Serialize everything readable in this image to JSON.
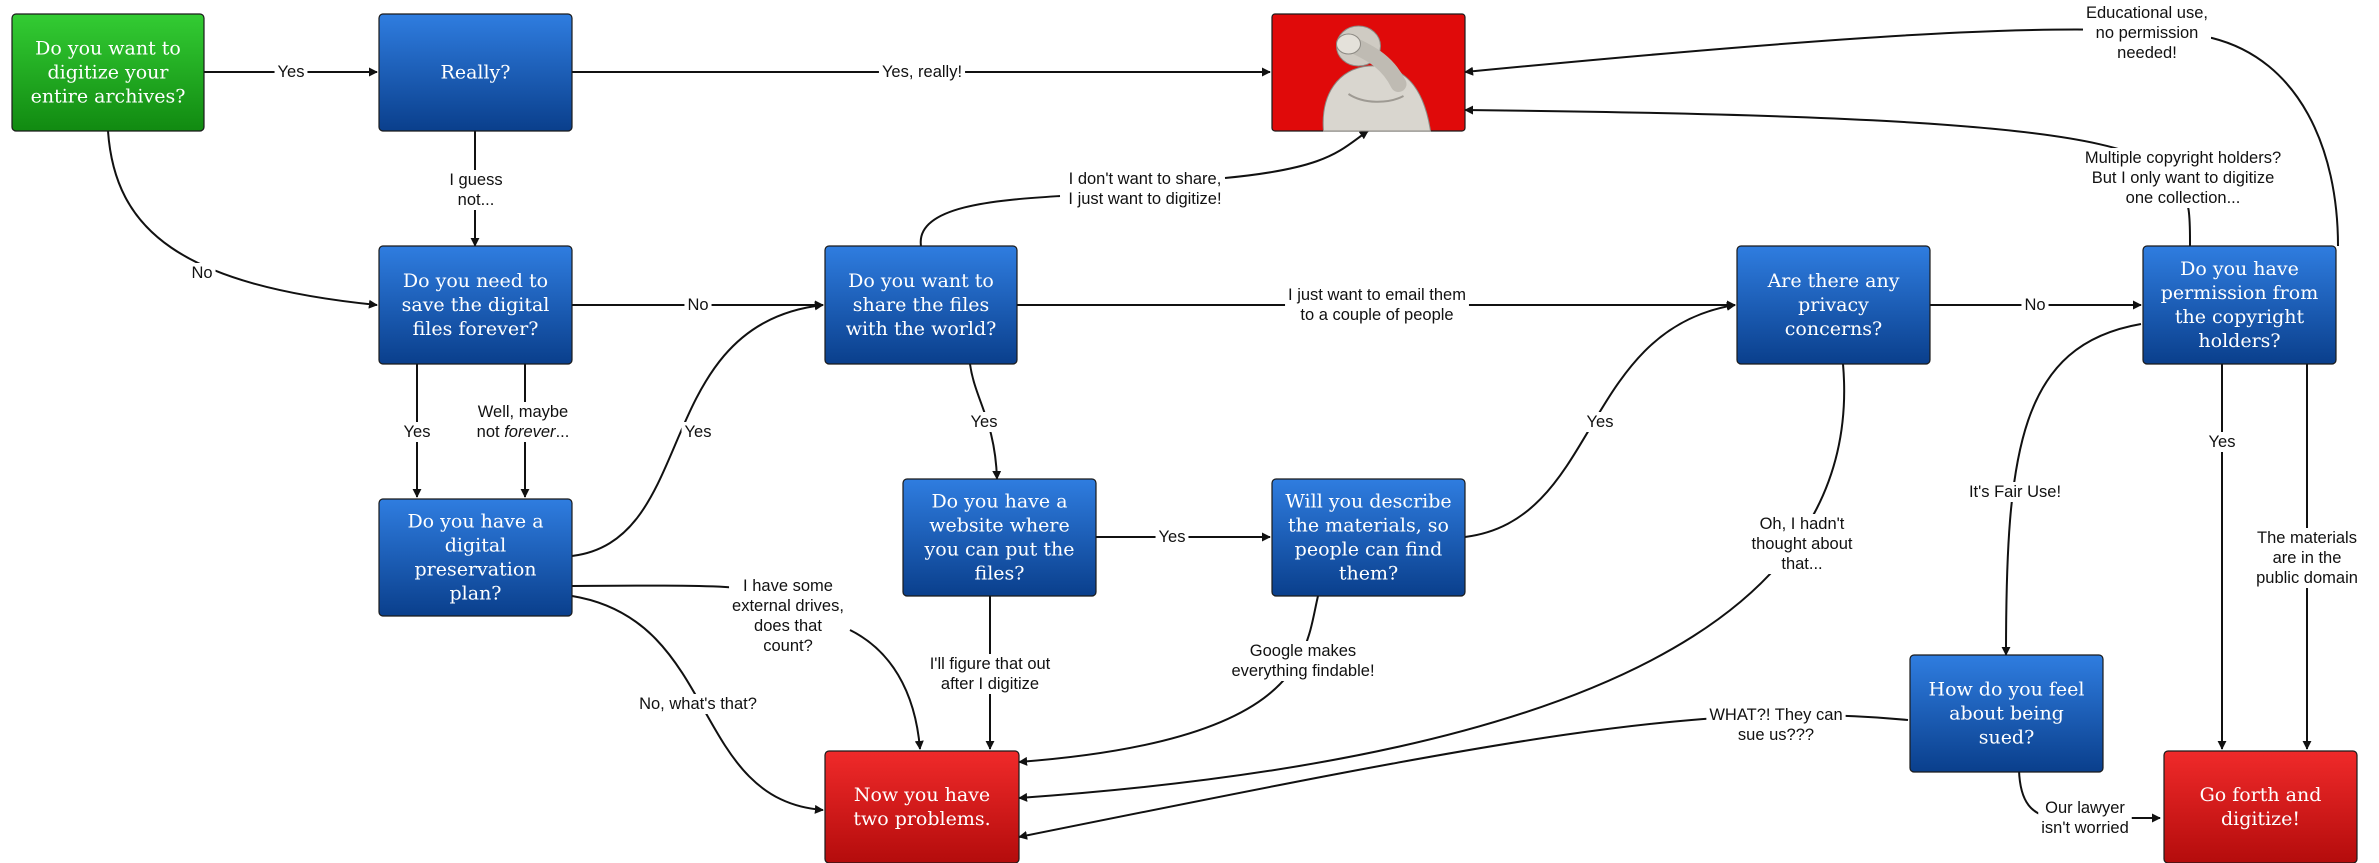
{
  "colors": {
    "start_node": "#1fa41f",
    "question_node": "#0b56b5",
    "end_node": "#e01212",
    "edge": "#111111"
  },
  "nodes": {
    "start": {
      "lines": [
        "Do you want to",
        "digitize your",
        "entire archives?"
      ],
      "kind": "start"
    },
    "really": {
      "lines": [
        "Really?"
      ],
      "kind": "question"
    },
    "forever": {
      "lines": [
        "Do you need to",
        "save the digital",
        "files forever?"
      ],
      "kind": "question"
    },
    "share": {
      "lines": [
        "Do you want to",
        "share the files",
        "with the world?"
      ],
      "kind": "question"
    },
    "privacy": {
      "lines": [
        "Are there any",
        "privacy",
        "concerns?"
      ],
      "kind": "question"
    },
    "permission": {
      "lines": [
        "Do you have",
        "permission from",
        "the copyright",
        "holders?"
      ],
      "kind": "question"
    },
    "plan": {
      "lines": [
        "Do you have a",
        "digital",
        "preservation",
        "plan?"
      ],
      "kind": "question"
    },
    "website": {
      "lines": [
        "Do you have a",
        "website where",
        "you can put the",
        "files?"
      ],
      "kind": "question"
    },
    "describe": {
      "lines": [
        "Will you describe",
        "the materials, so",
        "people can find",
        "them?"
      ],
      "kind": "question"
    },
    "sued": {
      "lines": [
        "How do you feel",
        "about being",
        "sued?"
      ],
      "kind": "question"
    },
    "problems": {
      "lines": [
        "Now you have",
        "two problems."
      ],
      "kind": "end"
    },
    "goforth": {
      "lines": [
        "Go forth and",
        "digitize!"
      ],
      "kind": "end"
    },
    "facepalm": {
      "lines": [],
      "kind": "image",
      "icon": "facepalm-statue-icon"
    }
  },
  "edge_labels": {
    "start_really": [
      "Yes"
    ],
    "really_facepalm": [
      "Yes, really!"
    ],
    "really_forever": [
      "I guess",
      "not..."
    ],
    "start_forever": [
      "No"
    ],
    "forever_share": [
      "No"
    ],
    "forever_plan_yes": [
      "Yes"
    ],
    "forever_plan_maybe": [
      "Well, maybe",
      "not forever..."
    ],
    "plan_share": [
      "Yes"
    ],
    "plan_drives": [
      "I have some",
      "external drives,",
      "does that",
      "count?"
    ],
    "plan_problems": [
      "No, what's that?"
    ],
    "share_facepalm": [
      "I don't want to share,",
      "I just want to digitize!"
    ],
    "share_privacy": [
      "I just want to email them",
      "to a couple of people"
    ],
    "share_website": [
      "Yes"
    ],
    "website_describe": [
      "Yes"
    ],
    "website_problems": [
      "I'll figure that out",
      "after I digitize"
    ],
    "describe_problems": [
      "Google makes",
      "everything findable!"
    ],
    "describe_privacy": [
      "Yes"
    ],
    "privacy_permission": [
      "No"
    ],
    "privacy_problems": [
      "Oh, I hadn't",
      "thought about",
      "that..."
    ],
    "permission_facepalm": [
      "Multiple copyright holders?",
      "But I only want to digitize",
      "one collection..."
    ],
    "educational": [
      "Educational use,",
      "no permission",
      "needed!"
    ],
    "permission_sued": [
      "It's Fair Use!"
    ],
    "permission_goforth": [
      "Yes"
    ],
    "public_domain": [
      "The materials",
      "are in the",
      "public domain"
    ],
    "sued_problems": [
      "WHAT?! They can",
      "sue us???"
    ],
    "sued_goforth": [
      "Our lawyer",
      "isn't worried"
    ]
  }
}
